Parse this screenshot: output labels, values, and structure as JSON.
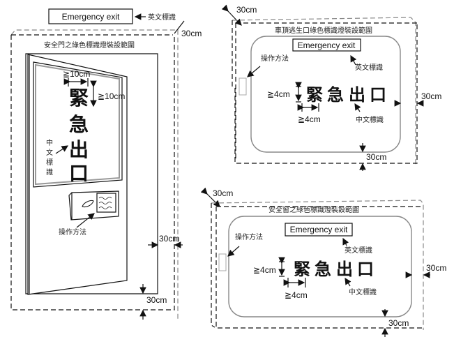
{
  "labels": {
    "emergency_exit": "Emergency exit",
    "english_sign": "英文標識",
    "chinese_sign": "中文標識",
    "operation_method": "操作方法",
    "sign_text_chars": [
      "緊",
      "急",
      "出",
      "口"
    ],
    "clearance": "30cm",
    "min_10cm": "≧10cm",
    "min_4cm": "≧4cm"
  },
  "panels": {
    "door": {
      "title": "安全門之綠色標識燈裝設範圍",
      "chinese_sign_vertical": [
        "中",
        "文",
        "標",
        "識"
      ]
    },
    "roof_hatch": {
      "title": "車頂逃生口綠色標識燈裝設範圍"
    },
    "window": {
      "title": "安全窗之綠色標識燈裝設範圍"
    }
  }
}
